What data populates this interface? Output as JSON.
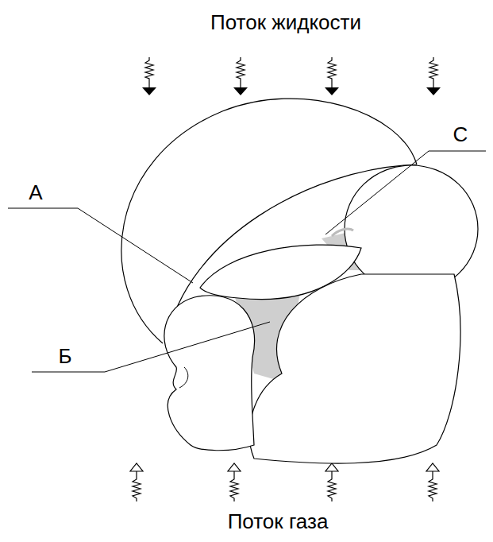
{
  "diagram": {
    "labels": [
      "Поток жидкости",
      "С",
      "А",
      "Б",
      "Поток газа"
    ]
  }
}
